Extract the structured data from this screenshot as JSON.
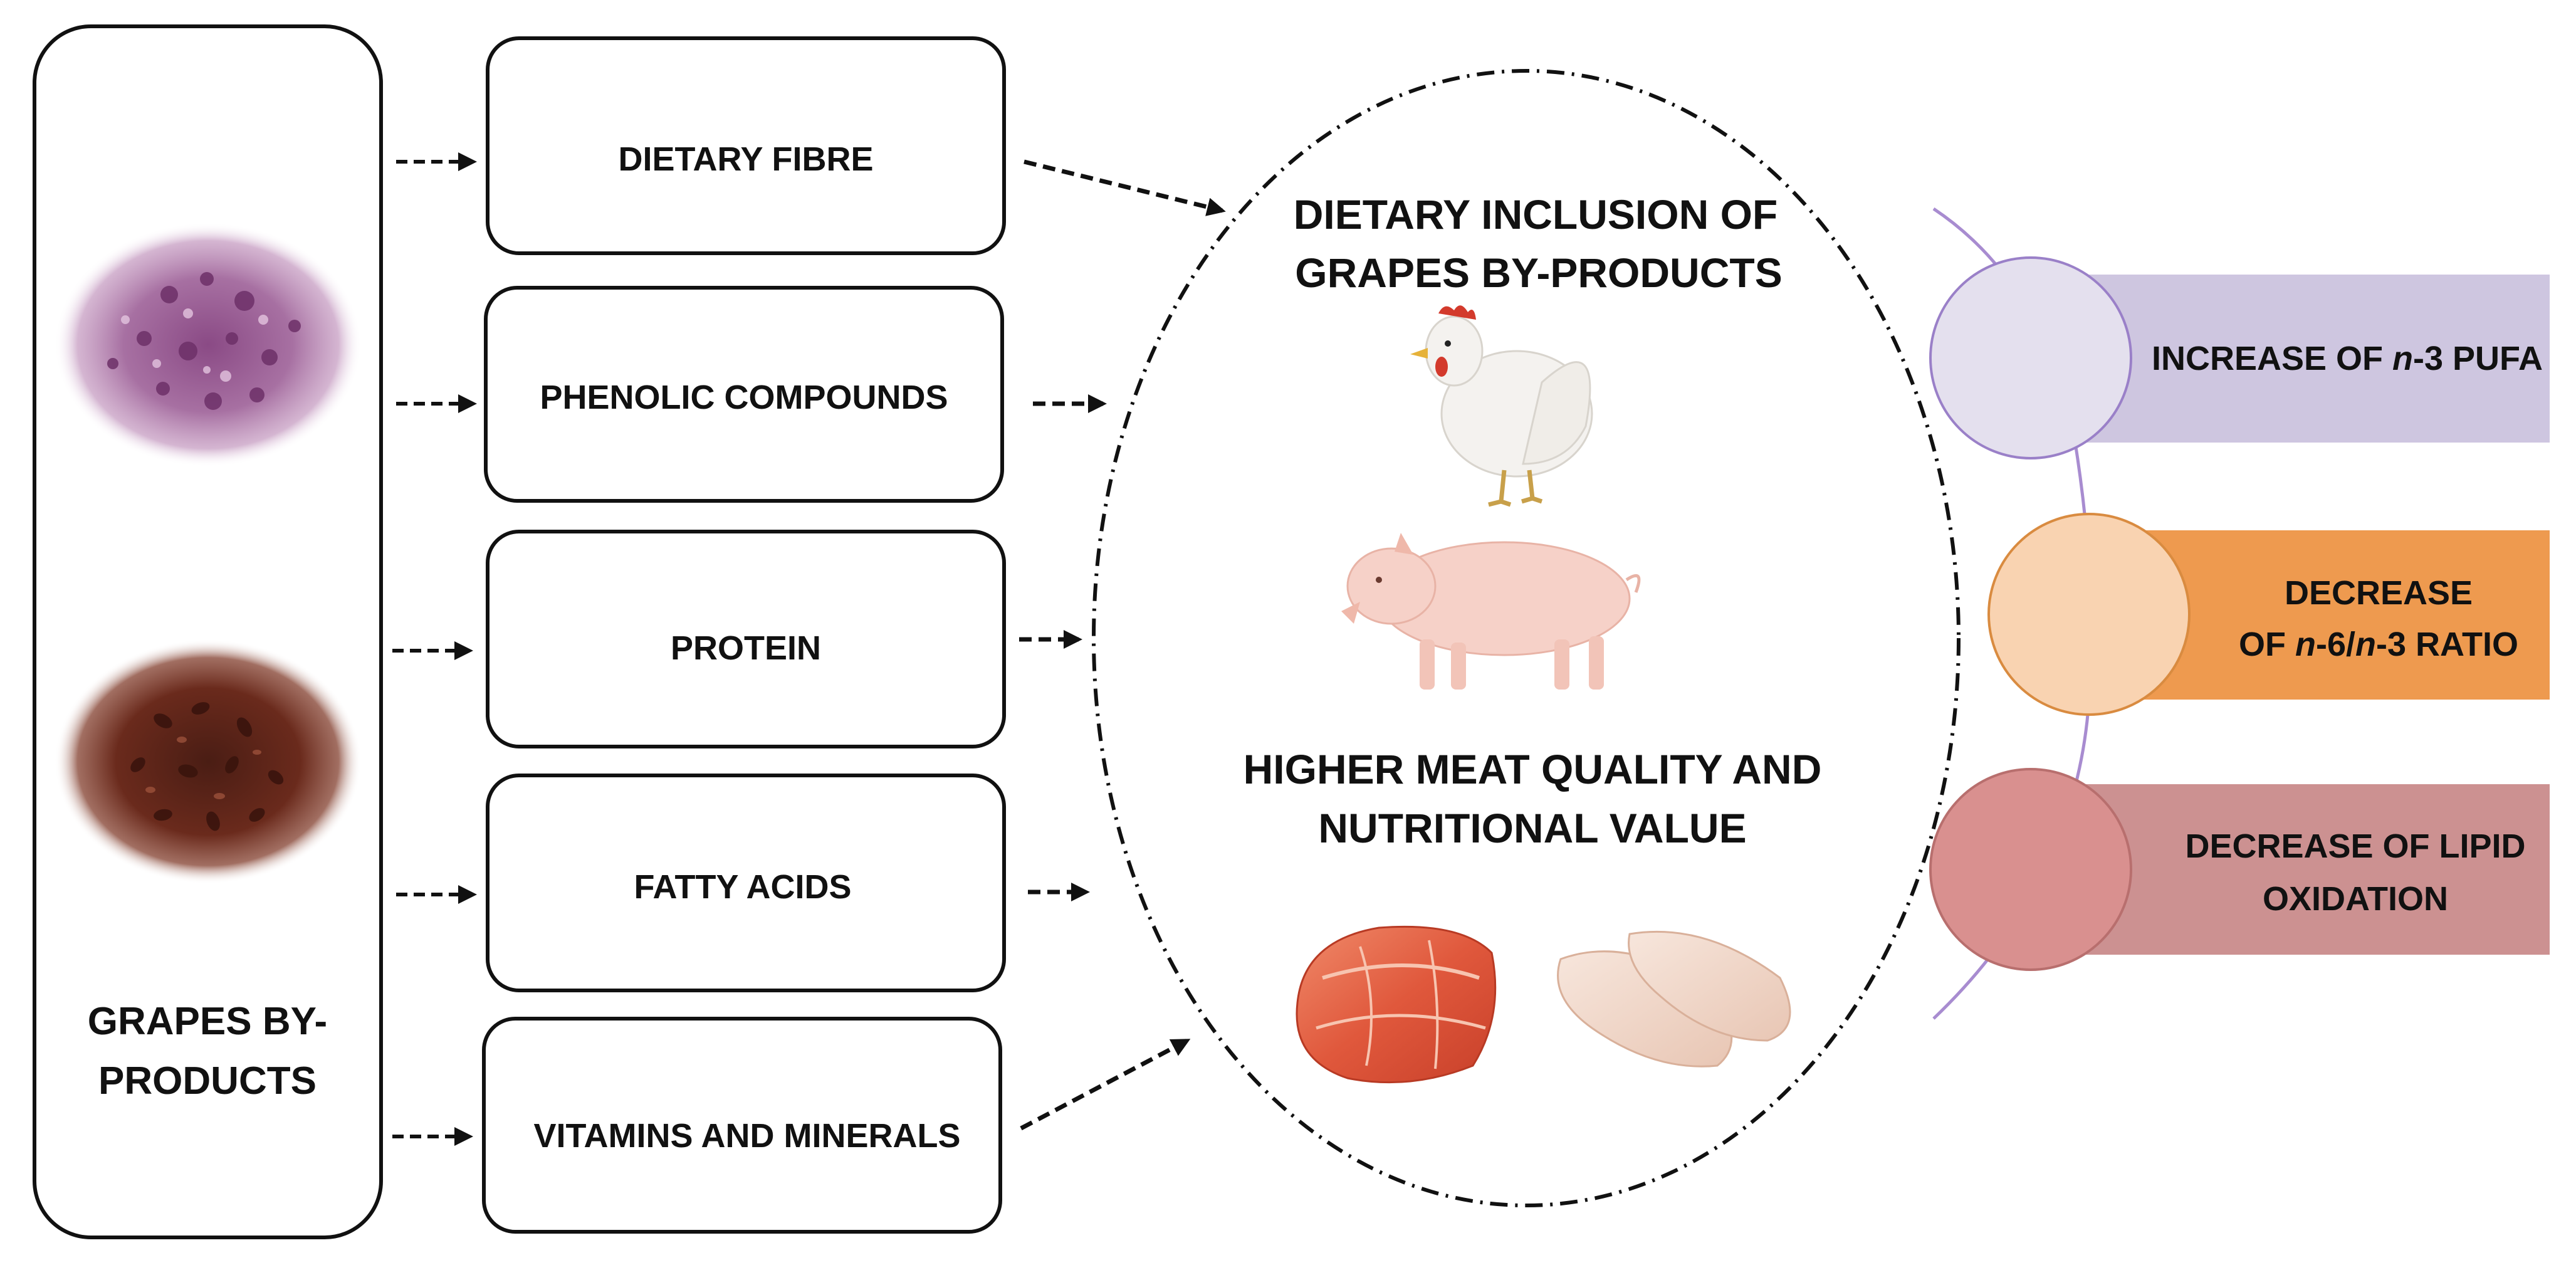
{
  "source": {
    "label_line1": "GRAPES BY-",
    "label_line2": "PRODUCTS",
    "images": [
      "grape-skins-image",
      "grape-seeds-image"
    ]
  },
  "components": [
    {
      "label": "DIETARY FIBRE"
    },
    {
      "label": "PHENOLIC COMPOUNDS"
    },
    {
      "label": "PROTEIN"
    },
    {
      "label": "FATTY ACIDS"
    },
    {
      "label": "VITAMINS AND MINERALS"
    }
  ],
  "center": {
    "title_line1": "DIETARY INCLUSION OF",
    "title_line2": "GRAPES BY-PRODUCTS",
    "result_line1": "HIGHER MEAT QUALITY AND",
    "result_line2": "NUTRITIONAL  VALUE",
    "images": [
      "chicken-image",
      "pig-image",
      "pork-loin-image",
      "chicken-breast-image"
    ]
  },
  "outcomes": [
    {
      "prefix": "INCREASE OF ",
      "italic1": "n",
      "rest1": "-3 PUFA",
      "circle_color": "#e4e0ee",
      "band_color": "#cec6e0"
    },
    {
      "line1": "DECREASE",
      "prefix": "OF ",
      "italic1": "n",
      "mid": "-6/",
      "italic2": "n",
      "rest2": "-3 RATIO",
      "circle_color": "#f9d3b1",
      "band_color": "#ee9a4f"
    },
    {
      "line1": "DECREASE OF LIPID",
      "line2": "OXIDATION",
      "circle_color": "#d9908f",
      "band_color": "#cc9191"
    }
  ],
  "colors": {
    "stroke": "#111111",
    "arc": "#a88cd0"
  }
}
